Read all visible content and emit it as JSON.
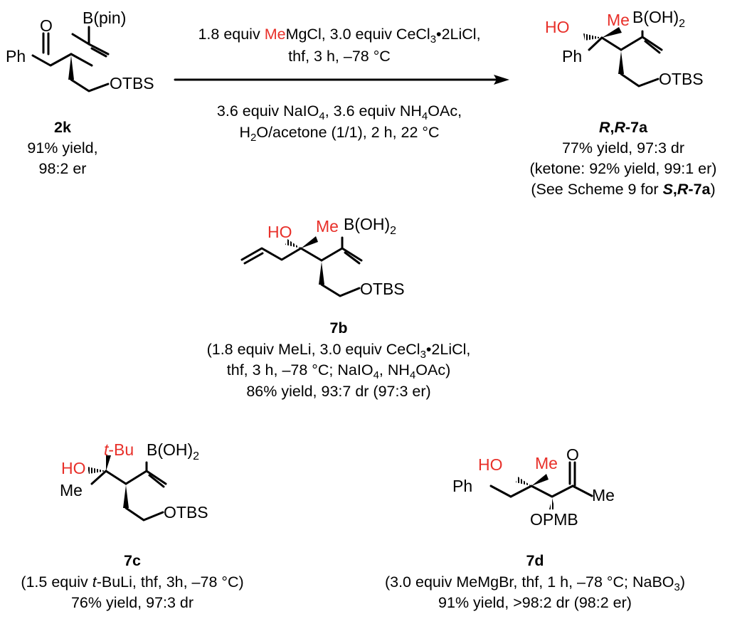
{
  "reaction": {
    "reagents_top": {
      "line1_pre": "1.8 equiv ",
      "line1_red": "Me",
      "line1_post": "MgCl, 3.0 equiv CeCl",
      "line1_sub": "3",
      "line1_tail": "•2LiCl,",
      "line2": "thf, 3 h, –78 °C"
    },
    "reagents_bottom": {
      "line1_a": "3.6 equiv NaIO",
      "line1_sub1": "4",
      "line1_b": ", 3.6 equiv NH",
      "line1_sub2": "4",
      "line1_c": "OAc,",
      "line2_a": "H",
      "line2_sub": "2",
      "line2_b": "O/acetone (1/1), 2 h, 22 °C"
    }
  },
  "compounds": {
    "2k": {
      "labels": {
        "o": "O",
        "ph": "Ph",
        "bpin": "B(pin)",
        "otbs": "OTBS"
      },
      "id": "2k",
      "yield": "91% yield,",
      "er": "98:2 er"
    },
    "7a": {
      "labels": {
        "ho": "HO",
        "me": "Me",
        "b": "B(OH)",
        "b_sub": "2",
        "ph": "Ph",
        "otbs": "OTBS"
      },
      "id_r1": "R",
      "id_comma": ",",
      "id_r2": "R",
      "id_rest": "-7a",
      "line1": "77% yield, 97:3 dr",
      "line2": "(ketone: 92% yield, 99:1 er)",
      "line3_a": "(See Scheme 9 for ",
      "line3_s": "S",
      "line3_comma": ",",
      "line3_r": "R",
      "line3_rest": "-7a",
      "line3_close": ")"
    },
    "7b": {
      "labels": {
        "ho": "HO",
        "me": "Me",
        "b": "B(OH)",
        "b_sub": "2",
        "otbs": "OTBS"
      },
      "id": "7b",
      "line1_a": "(1.8 equiv MeLi, 3.0 equiv CeCl",
      "line1_sub": "3",
      "line1_b": "•2LiCl,",
      "line2_a": "thf, 3 h, –78 °C; NaIO",
      "line2_sub1": "4",
      "line2_b": ", NH",
      "line2_sub2": "4",
      "line2_c": "OAc)",
      "line3": "86% yield, 93:7 dr (97:3 er)"
    },
    "7c": {
      "labels": {
        "ho": "HO",
        "tbu_t": "t",
        "tbu_rest": "-Bu",
        "b": "B(OH)",
        "b_sub": "2",
        "me": "Me",
        "otbs": "OTBS"
      },
      "id": "7c",
      "line1_a": "(1.5 equiv ",
      "line1_t": "t",
      "line1_b": "-BuLi, thf, 3h, –78 °C)",
      "line2": "76% yield, 97:3 dr"
    },
    "7d": {
      "labels": {
        "ho": "HO",
        "me": "Me",
        "o": "O",
        "ph": "Ph",
        "me2": "Me",
        "opmb": "OPMB"
      },
      "id": "7d",
      "line1_a": "(3.0 equiv MeMgBr, thf, 1 h, –78 °C; NaBO",
      "line1_sub": "3",
      "line1_b": ")",
      "line2": "91% yield, >98:2 dr (98:2 er)"
    }
  },
  "colors": {
    "highlight": "#e8302a",
    "ink": "#000000"
  }
}
